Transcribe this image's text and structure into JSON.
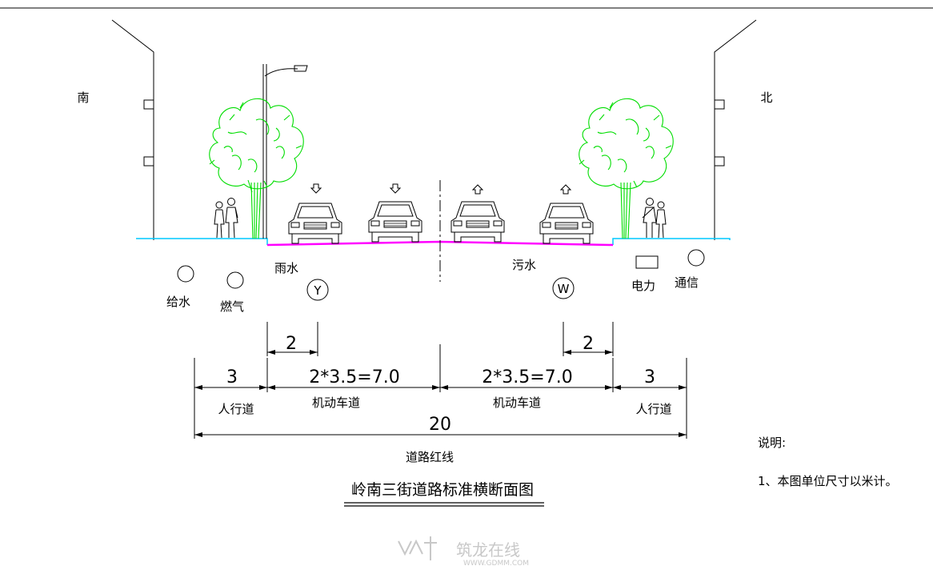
{
  "directions": {
    "south": "南",
    "north": "北"
  },
  "pipes": {
    "water_supply": "给水",
    "gas": "燃气",
    "rain": "雨水",
    "rain_symbol": "Y",
    "sewage": "污水",
    "sewage_symbol": "W",
    "power": "电力",
    "telecom": "通信"
  },
  "dimensions": {
    "offset_left": "2",
    "offset_right": "2",
    "sidewalk_left": "3",
    "lanes_left": "2*3.5=7.0",
    "lanes_right": "2*3.5=7.0",
    "sidewalk_right": "3",
    "total": "20"
  },
  "zones": {
    "sidewalk_left": "人行道",
    "lanes_left": "机动车道",
    "lanes_right": "机动车道",
    "sidewalk_right": "人行道",
    "red_line": "道路红线"
  },
  "title": "岭南三街道路标准横断面图",
  "notes": {
    "heading": "说明:",
    "item1": "1、本图单位尺寸以米计。"
  },
  "watermark": {
    "name": "筑龙在线",
    "url": "WWW.GDMM.COM"
  },
  "colors": {
    "road_surface": "#ff00ff",
    "ground_line": "#00c8ff",
    "tree": "#00dd00",
    "line": "#000000"
  }
}
